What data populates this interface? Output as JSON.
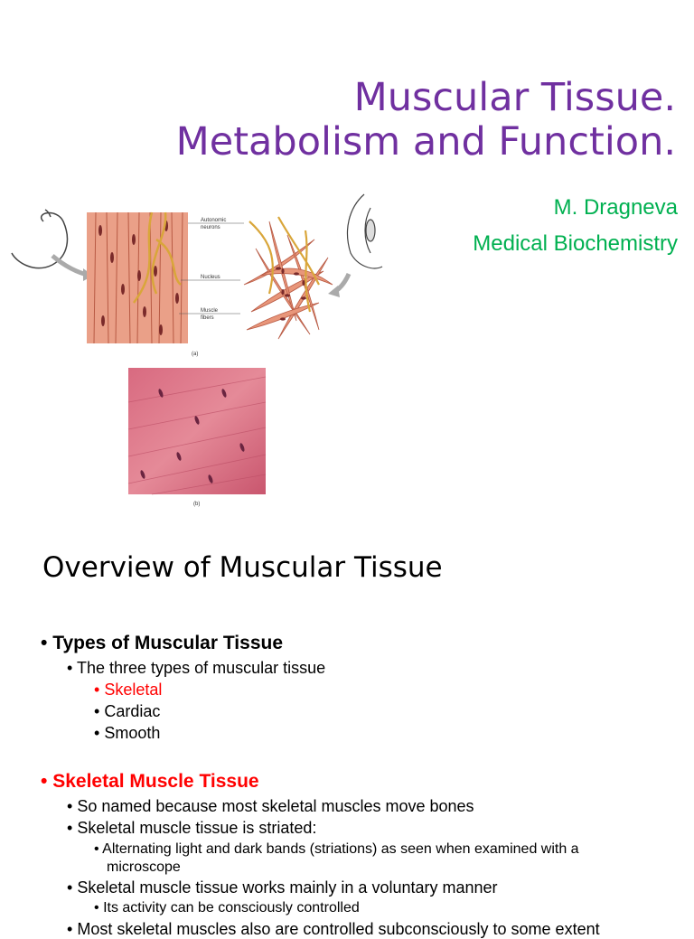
{
  "slide1": {
    "title_line1": "Muscular Tissue.",
    "title_line2": "Metabolism and Function.",
    "author": "M. Dragneva",
    "course": "Medical Biochemistry",
    "figure": {
      "label_autonomic": "Autonomic",
      "label_neurons": "neurons",
      "label_nucleus": "Nucleus",
      "label_muscle": "Muscle",
      "label_fibers": "fibers",
      "caption_a": "(a)",
      "caption_b": "(b)"
    }
  },
  "slide2": {
    "title": "Overview of Muscular Tissue",
    "types_heading": "Types of Muscular Tissue",
    "types_intro": "The three types of muscular tissue",
    "type_skeletal": "Skeletal",
    "type_cardiac": "Cardiac",
    "type_smooth": "Smooth",
    "skeletal_heading": "Skeletal Muscle Tissue",
    "b1": "So named because most skeletal muscles move bones",
    "b2": "Skeletal muscle tissue is striated:",
    "b2a_line1": "Alternating light and dark bands (striations) as seen when examined with a",
    "b2a_line2": "microscope",
    "b3": "Skeletal muscle tissue works mainly in a voluntary manner",
    "b3a": "Its activity can be consciously controlled",
    "b4_partial": "Most skeletal muscles also are controlled subconsciously to some extent"
  },
  "colors": {
    "title": "#7030a0",
    "subtitle": "#00b050",
    "highlight": "#ff0000",
    "muscle_fill": "#e8967a",
    "nucleus": "#7a2a2a",
    "neuron": "#d9a63a",
    "histology": "#d86a80"
  }
}
